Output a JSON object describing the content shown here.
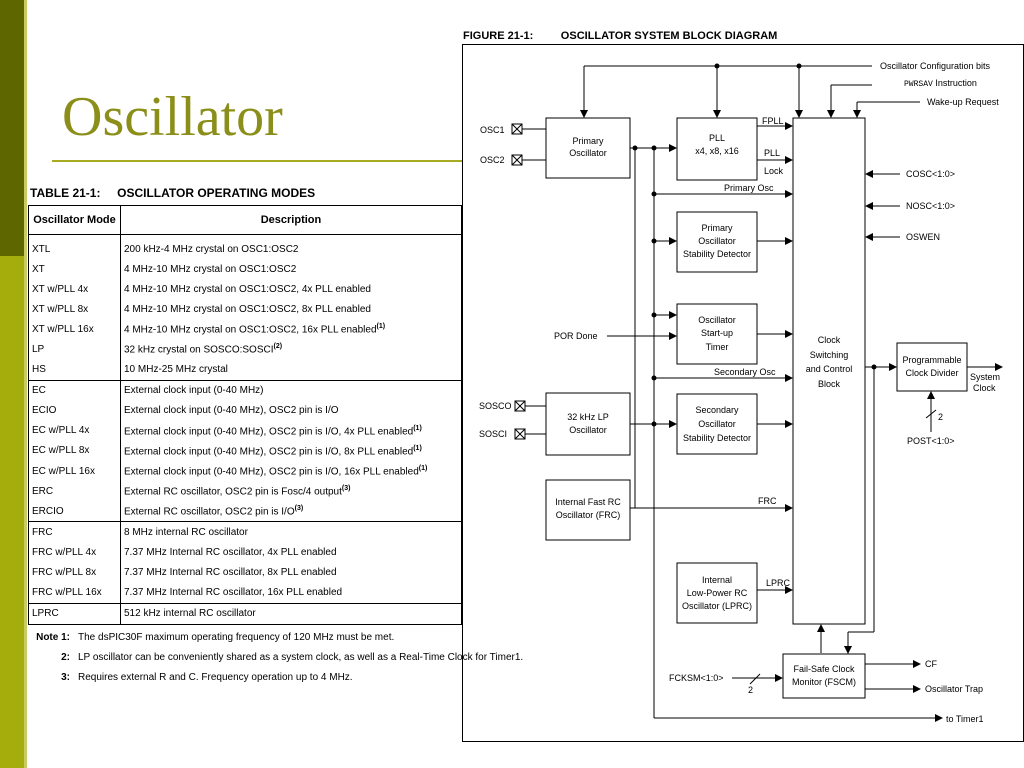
{
  "slide": {
    "title": "Oscillator"
  },
  "table": {
    "caption": "TABLE 21-1:     OSCILLATOR OPERATING MODES",
    "headers": [
      "Oscillator Mode",
      "Description"
    ],
    "rows": [
      {
        "mode": "XTL",
        "desc": "200 kHz-4 MHz crystal on OSC1:OSC2",
        "sup": ""
      },
      {
        "mode": "XT",
        "desc": "4 MHz-10 MHz crystal on OSC1:OSC2",
        "sup": ""
      },
      {
        "mode": "XT w/PLL 4x",
        "desc": "4 MHz-10 MHz crystal on OSC1:OSC2, 4x PLL enabled",
        "sup": ""
      },
      {
        "mode": "XT w/PLL 8x",
        "desc": "4 MHz-10 MHz crystal on OSC1:OSC2, 8x PLL enabled",
        "sup": ""
      },
      {
        "mode": "XT w/PLL 16x",
        "desc": "4 MHz-10 MHz crystal on OSC1:OSC2, 16x PLL enabled",
        "sup": "(1)"
      },
      {
        "mode": "LP",
        "desc": "32 kHz crystal on SOSCO:SOSCI",
        "sup": "(2)"
      },
      {
        "mode": "HS",
        "desc": "10 MHz-25 MHz crystal",
        "sup": ""
      },
      {
        "mode": "EC",
        "desc": "External clock input (0-40 MHz)",
        "sup": ""
      },
      {
        "mode": "ECIO",
        "desc": "External clock input (0-40 MHz), OSC2 pin is I/O",
        "sup": ""
      },
      {
        "mode": "EC w/PLL 4x",
        "desc": "External clock input (0-40 MHz), OSC2 pin is I/O, 4x PLL enabled",
        "sup": "(1)"
      },
      {
        "mode": "EC w/PLL 8x",
        "desc": "External clock input (0-40 MHz), OSC2 pin is I/O, 8x PLL enabled",
        "sup": "(1)"
      },
      {
        "mode": "EC w/PLL 16x",
        "desc": "External clock input (0-40 MHz), OSC2 pin is I/O, 16x PLL enabled",
        "sup": "(1)"
      },
      {
        "mode": "ERC",
        "desc": "External RC oscillator, OSC2 pin is Fosc/4 output",
        "sup": "(3)"
      },
      {
        "mode": "ERCIO",
        "desc": "External RC oscillator, OSC2 pin is I/O",
        "sup": "(3)"
      },
      {
        "mode": "FRC",
        "desc": "8 MHz internal RC oscillator",
        "sup": ""
      },
      {
        "mode": "FRC w/PLL 4x",
        "desc": "7.37 MHz Internal RC oscillator, 4x PLL enabled",
        "sup": ""
      },
      {
        "mode": "FRC w/PLL 8x",
        "desc": "7.37 MHz Internal RC oscillator, 8x PLL enabled",
        "sup": ""
      },
      {
        "mode": "FRC w/PLL 16x",
        "desc": "7.37 MHz Internal RC oscillator, 16x PLL enabled",
        "sup": ""
      },
      {
        "mode": "LPRC",
        "desc": "512 kHz internal RC oscillator",
        "sup": ""
      }
    ],
    "notes": [
      {
        "key": "Note 1:",
        "text": "The dsPIC30F maximum operating frequency of 120 MHz must be met."
      },
      {
        "key": "2:",
        "text": "LP oscillator can be conveniently shared as a system clock, as well as a Real-Time Clock for Timer1."
      },
      {
        "key": "3:",
        "text": "Requires external R and C. Frequency operation up to 4 MHz."
      }
    ]
  },
  "figure": {
    "caption": "FIGURE 21-1:         OSCILLATOR SYSTEM BLOCK DIAGRAM",
    "blocks": {
      "primary": [
        "Primary",
        "Oscillator"
      ],
      "pll": [
        "PLL",
        "x4, x8, x16"
      ],
      "stability": [
        "Primary",
        "Oscillator",
        "Stability Detector"
      ],
      "startup": [
        "Oscillator",
        "Start-up",
        "Timer"
      ],
      "lp32": [
        "32 kHz LP",
        "Oscillator"
      ],
      "secstab": [
        "Secondary",
        "Oscillator",
        "Stability Detector"
      ],
      "frc": [
        "Internal Fast RC",
        "Oscillator (FRC)"
      ],
      "lprc": [
        "Internal",
        "Low-Power RC",
        "Oscillator (LPRC)"
      ],
      "clock": [
        "Clock",
        "Switching",
        "and Control",
        "Block"
      ],
      "divider": [
        "Programmable",
        "Clock Divider"
      ],
      "fscm": [
        "Fail-Safe Clock",
        "Monitor (FSCM)"
      ]
    },
    "pins": {
      "osc1": "OSC1",
      "osc2": "OSC2",
      "sosco": "SOSCO",
      "sosci": "SOSCI"
    },
    "signals": {
      "config": "Oscillator Configuration bits",
      "pwrsav": "PWRSAV",
      "instruction": " Instruction",
      "wakeup": "Wake-up Request",
      "fpll": "FPLL",
      "pll": "PLL",
      "lock": "Lock",
      "primary_osc": "Primary Osc",
      "cosc": "COSC<1:0>",
      "nosc": "NOSC<1:0>",
      "oswen": "OSWEN",
      "por": "POR Done",
      "secondary_osc": "Secondary Osc",
      "system_clock": [
        "System",
        "Clock"
      ],
      "post": "POST<1:0>",
      "post_width": "2",
      "frc": "FRC",
      "lprc": "LPRC",
      "fcksm": "FCKSM<1:0>",
      "fcksm_width": "2",
      "cf": "CF",
      "osc_trap": "Oscillator Trap",
      "timer1": "to Timer1"
    }
  }
}
